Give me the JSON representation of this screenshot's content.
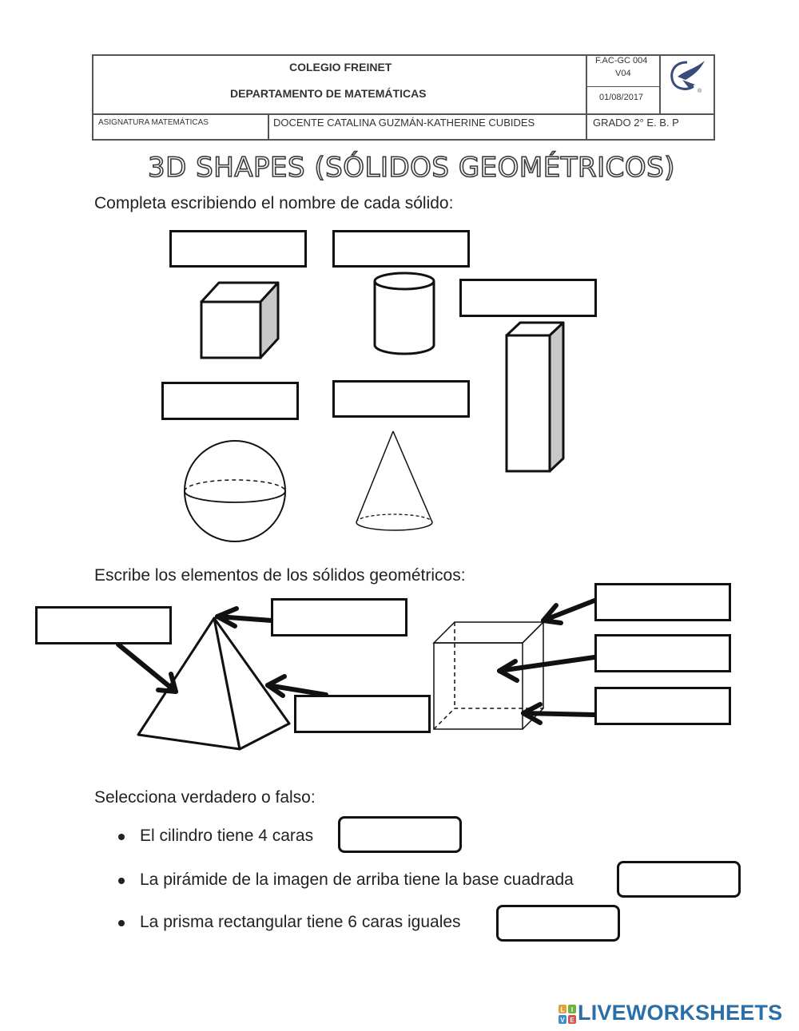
{
  "header": {
    "school": "COLEGIO FREINET",
    "department": "DEPARTAMENTO DE MATEMÁTICAS",
    "code": "F.AC-GC 004",
    "version": "V04",
    "date": "01/08/2017",
    "subject": "ASIGNATURA MATEMÁTICAS",
    "teacher": "DOCENTE CATALINA GUZMÁN-KATHERINE CUBIDES",
    "grade": "GRADO 2° E. B. P"
  },
  "title": "3D SHAPES (SÓLIDOS GEOMÉTRICOS)",
  "section1": {
    "instruction": "Completa escribiendo el nombre de cada sólido:",
    "shapes": [
      "cube",
      "cylinder",
      "rectangular-prism",
      "sphere",
      "cone"
    ]
  },
  "section2": {
    "instruction": "Escribe los elementos de los sólidos geométricos:",
    "solids": [
      "pyramid",
      "cube"
    ]
  },
  "section3": {
    "instruction": "Selecciona verdadero o falso:",
    "statements": [
      "El cilindro tiene 4 caras",
      "La pirámide de la imagen de arriba tiene la base cuadrada",
      "La prisma rectangular tiene 6 caras iguales"
    ]
  },
  "footer": {
    "brand": "LIVEWORKSHEETS",
    "logo_letters": "LIVE"
  },
  "colors": {
    "brand_blue": "#2a6fa8",
    "prism_shade": "#c8c8c8"
  }
}
